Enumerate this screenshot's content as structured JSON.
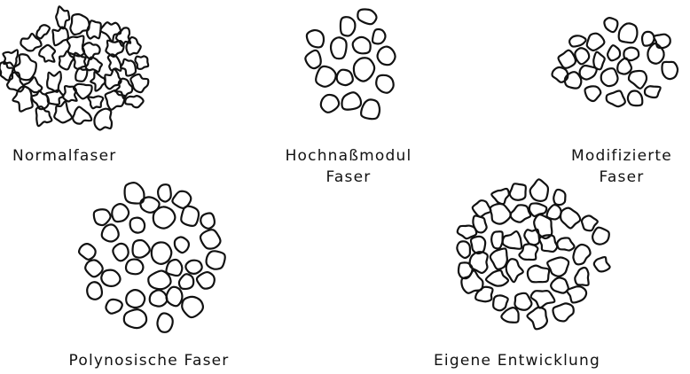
{
  "panels": [
    {
      "key": "normal",
      "shape": "crenulated-irregular",
      "lines": [
        "Normalfaser"
      ]
    },
    {
      "key": "hwm",
      "shape": "rounded-sparse",
      "lines": [
        "Hochnaßmodul",
        "Faser"
      ]
    },
    {
      "key": "modified",
      "shape": "rounded-irregular",
      "lines": [
        "Modifizierte",
        "Faser"
      ]
    },
    {
      "key": "polynosic",
      "shape": "round-dense",
      "lines": [
        "Polynosische Faser"
      ]
    },
    {
      "key": "own",
      "shape": "lobed-dense",
      "lines": [
        "Eigene Entwicklung"
      ]
    }
  ],
  "colors": {
    "ink": "#111111",
    "background": "#ffffff"
  }
}
